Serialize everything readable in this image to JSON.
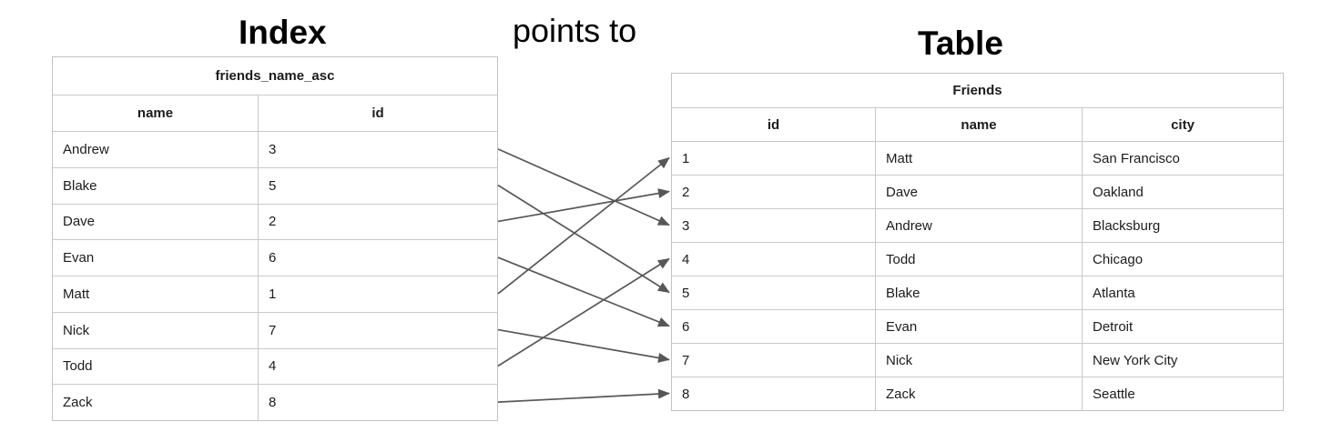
{
  "headings": {
    "index": "Index",
    "points_to": "points to",
    "table": "Table"
  },
  "index_table": {
    "title": "friends_name_asc",
    "columns": [
      "name",
      "id"
    ],
    "rows": [
      {
        "name": "Andrew",
        "id": "3"
      },
      {
        "name": "Blake",
        "id": "5"
      },
      {
        "name": "Dave",
        "id": "2"
      },
      {
        "name": "Evan",
        "id": "6"
      },
      {
        "name": "Matt",
        "id": "1"
      },
      {
        "name": "Nick",
        "id": "7"
      },
      {
        "name": "Todd",
        "id": "4"
      },
      {
        "name": "Zack",
        "id": "8"
      }
    ]
  },
  "friends_table": {
    "title": "Friends",
    "columns": [
      "id",
      "name",
      "city"
    ],
    "rows": [
      {
        "id": "1",
        "name": "Matt",
        "city": "San Francisco"
      },
      {
        "id": "2",
        "name": "Dave",
        "city": "Oakland"
      },
      {
        "id": "3",
        "name": "Andrew",
        "city": "Blacksburg"
      },
      {
        "id": "4",
        "name": "Todd",
        "city": "Chicago"
      },
      {
        "id": "5",
        "name": "Blake",
        "city": "Atlanta"
      },
      {
        "id": "6",
        "name": "Evan",
        "city": "Detroit"
      },
      {
        "id": "7",
        "name": "Nick",
        "city": "New York City"
      },
      {
        "id": "8",
        "name": "Zack",
        "city": "Seattle"
      }
    ]
  },
  "arrows": [
    {
      "from_name": "Andrew",
      "to_id": "3"
    },
    {
      "from_name": "Blake",
      "to_id": "5"
    },
    {
      "from_name": "Dave",
      "to_id": "2"
    },
    {
      "from_name": "Evan",
      "to_id": "6"
    },
    {
      "from_name": "Matt",
      "to_id": "1"
    },
    {
      "from_name": "Nick",
      "to_id": "7"
    },
    {
      "from_name": "Todd",
      "to_id": "4"
    },
    {
      "from_name": "Zack",
      "to_id": "8"
    }
  ],
  "colors": {
    "border": "#c9c9c9",
    "arrow": "#575757",
    "text": "#1c1c1c"
  }
}
